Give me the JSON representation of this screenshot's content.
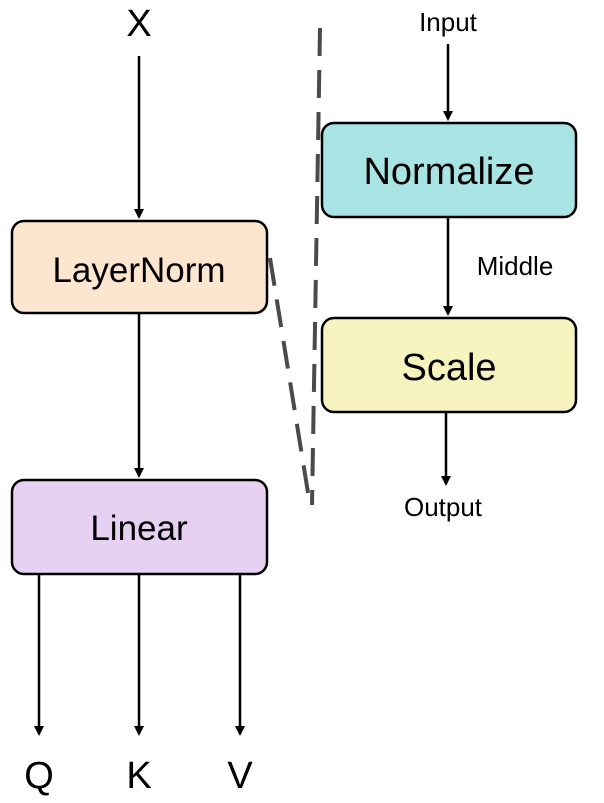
{
  "left_flow": {
    "input_label": "X",
    "layernorm": {
      "label": "LayerNorm",
      "fill": "#fde6cf"
    },
    "linear": {
      "label": "Linear",
      "fill": "#e6d1f3"
    },
    "outputs": [
      "Q",
      "K",
      "V"
    ]
  },
  "right_flow": {
    "input_label": "Input",
    "normalize": {
      "label": "Normalize",
      "fill": "#a9e4e4"
    },
    "middle_label": "Middle",
    "scale": {
      "label": "Scale",
      "fill": "#f6f3bf"
    },
    "output_label": "Output"
  },
  "colors": {
    "stroke": "#000000",
    "dashed_line": "#4a4a4a"
  }
}
